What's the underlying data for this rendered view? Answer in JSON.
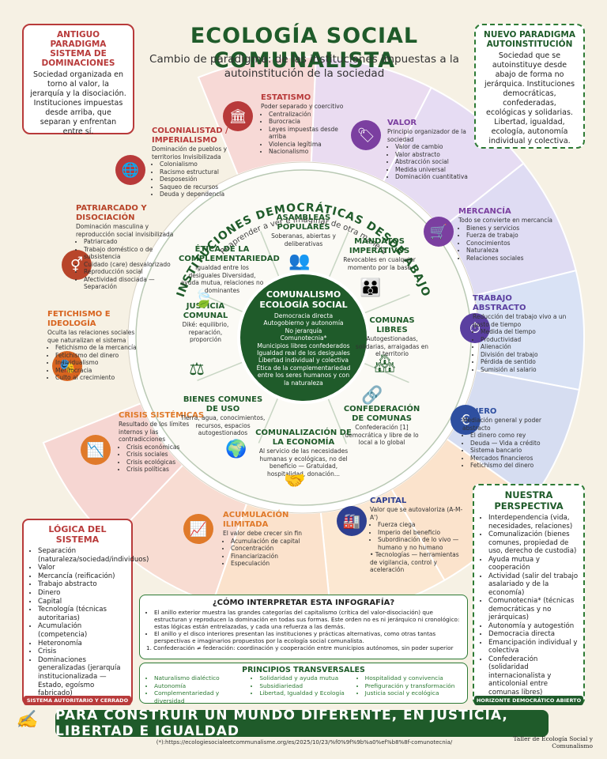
{
  "title": "ECOLOGÍA SOCIAL COMUNALISTA",
  "subtitle": "Cambio de paradigma: de las instituciones impuestas a la autoinstitución de la sociedad",
  "old_paradigm": {
    "heading": "ANTIGUO PARADIGMA SISTEMA DE DOMINACIONES",
    "text": "Sociedad organizada en torno al valor, la jerarquía y la disociación. Instituciones impuestas desde arriba, que separan y enfrentan entre sí."
  },
  "new_paradigm": {
    "heading": "NUEVO PARADIGMA AUTOINSTITUCIÓN",
    "text": "Sociedad que se autoinstituye desde abajo de forma no jerárquica. Instituciones democráticas, confederadas, ecológicas y solidarias. Libertad, igualdad, ecología, autonomía individual y colectiva."
  },
  "outer_segments": [
    {
      "key": "estatismo",
      "title": "ESTATISMO",
      "desc": "Poder separado y coercitivo",
      "items": [
        "Centralización",
        "Burocracia",
        "Leyes impuestas desde arriba",
        "Violencia legítima",
        "Nacionalismo"
      ],
      "color": "#b83a3a",
      "icon": "bank-icon"
    },
    {
      "key": "valor",
      "title": "VALOR",
      "desc": "Principio organizador de la sociedad",
      "items": [
        "Valor de cambio",
        "Valor abstracto",
        "Abstracción social",
        "Medida universal",
        "Dominación cuantitativa"
      ],
      "color": "#7b3fa0",
      "icon": "price-tag-icon"
    },
    {
      "key": "mercancia",
      "title": "MERCANCÍA",
      "desc": "Todo se convierte en mercancía",
      "items": [
        "Bienes y servicios",
        "Fuerza de trabajo",
        "Conocimientos",
        "Naturaleza",
        "Relaciones sociales"
      ],
      "color": "#7b3fa0",
      "icon": "shopping-cart-icon"
    },
    {
      "key": "trabajo",
      "title": "TRABAJO ABSTRACTO",
      "desc": "Reducción del trabajo vivo a un gasto de tiempo",
      "items": [
        "Medida del tiempo",
        "Productividad",
        "Alienación",
        "División del trabajo",
        "Pérdida de sentido",
        "Sumisión al salario"
      ],
      "color": "#5a3fa0",
      "icon": "stopwatch-icon"
    },
    {
      "key": "dinero",
      "title": "DINERO",
      "desc": "Mediación general y poder abstracto",
      "items": [
        "El dinero como rey",
        "Deuda — Vida a crédito",
        "Sistema bancario",
        "Mercados financieros",
        "Fetichismo del dinero"
      ],
      "color": "#2e4fa0",
      "icon": "euro-icon"
    },
    {
      "key": "capital",
      "title": "CAPITAL",
      "desc": "Valor que se autovaloriza (A-M-A')",
      "items": [
        "Fuerza ciega",
        "Imperio del beneficio",
        "Subordinación de lo vivo — humano y no humano"
      ],
      "extra": "Tecnologías — herramientas de vigilancia, control y aceleración",
      "color": "#2e3f90",
      "icon": "factory-icon"
    },
    {
      "key": "acumulacion",
      "title": "ACUMULACIÓN ILIMITADA",
      "desc": "El valor debe crecer sin fin",
      "items": [
        "Acumulación de capital",
        "Concentración",
        "Financiarización",
        "Especulación"
      ],
      "color": "#e07a2a",
      "icon": "growth-chart-icon"
    },
    {
      "key": "crisis",
      "title": "CRISIS SISTÉMICAS",
      "desc": "Resultado de los límites internos y las contradicciones",
      "items": [
        "Crisis económicas",
        "Crisis sociales",
        "Crisis ecológicas",
        "Crisis políticas"
      ],
      "color": "#e07a2a",
      "icon": "decline-chart-icon"
    },
    {
      "key": "fetichismo",
      "title": "FETICHISMO E IDEOLOGÍA",
      "desc": "Oculta las relaciones sociales que naturalizan el sistema",
      "items": [
        "Fetichismo de la mercancía",
        "Fetichismo del dinero",
        "Individualismo",
        "Meritocracia",
        "Culto al crecimiento"
      ],
      "color": "#d8641f",
      "icon": "masks-icon"
    },
    {
      "key": "patriarcado",
      "title": "PATRIARCADO Y DISOCIACIÓN",
      "desc": "Dominación masculina y reproducción social invisibilizada",
      "items": [
        "Patriarcado",
        "Trabajo doméstico o de subsistencia",
        "Cuidado (care) desvalorizado",
        "Reproducción social",
        "Afectividad disociada — Separación"
      ],
      "color": "#b8452a",
      "icon": "gender-icon"
    },
    {
      "key": "colonialismo",
      "title": "COLONIALISTAD / IMPERIALISMO",
      "desc": "Dominación de pueblos y territorios Invisibilizada",
      "items": [
        "Colonialismo",
        "Racismo estructural",
        "Desposesión",
        "Saqueo de recursos",
        "Deuda y dependencia"
      ],
      "color": "#b83a3a",
      "icon": "globe-icon"
    }
  ],
  "ring_title": "INSTITUCIONES DEMOCRÁTICAS DESDE ABAJO",
  "ring_subtitle": "Reaprender a ver e imaginar de otra manera",
  "inner_segments": [
    {
      "key": "asambleas",
      "title": "ASAMBLEAS POPULARES",
      "text": "Soberanas, abiertas y deliberativas",
      "icon": "assembly-icon"
    },
    {
      "key": "mandatos",
      "title": "MANDATOS IMPERATIVOS",
      "text": "Revocables en cualquier momento por la base",
      "icon": "delegates-icon"
    },
    {
      "key": "comunas",
      "title": "COMUNAS LIBRES",
      "text": "Autogestionadas, solidarias, arraigadas en el territorio",
      "icon": "village-icon"
    },
    {
      "key": "confederacion",
      "title": "CONFEDERACIÓN DE COMUNAS",
      "text": "Confederación [1] democrática y libre de lo local a lo global",
      "icon": "network-icon"
    },
    {
      "key": "comunalizacion",
      "title": "COMUNALIZACIÓN DE LA ECONOMÍA",
      "text": "Al servicio de las necesidades humanas y ecológicas, no del beneficio — Gratuidad, hospitalidad, donación...",
      "icon": "sharing-icon"
    },
    {
      "key": "bienes",
      "title": "BIENES COMUNES DE USO",
      "text": "Tierra, agua, conocimientos, recursos, espacios autogestionados",
      "icon": "commons-icon"
    },
    {
      "key": "justicia",
      "title": "JUSTICIA COMUNAL",
      "text": "Diké: equilibrio, reparación, proporción",
      "icon": "scales-icon"
    },
    {
      "key": "etica",
      "title": "ÉTICA DE LA COMPLEMENTARIEDAD",
      "text": "Igualdad entre los desiguales Diversidad, ayuda mutua, relaciones no dominantes",
      "icon": "leaves-icon"
    }
  ],
  "center": {
    "title1": "COMUNALISMO",
    "title2": "ECOLOGÍA SOCIAL",
    "lines": [
      "Democracia directa",
      "Autogobierno y autonomía",
      "No jerarquía",
      "Comunotecnia*",
      "Municipios libres confederados",
      "Igualdad real de los desiguales",
      "Libertad individual y colectiva",
      "Ética de la complementariedad",
      "entre los seres humanos y con",
      "la naturaleza"
    ]
  },
  "logic": {
    "heading": "LÓGICA DEL SISTEMA",
    "items": [
      "Separación (naturaleza/sociedad/individuos)",
      "Valor",
      "Mercancía (reificación)",
      "Trabajo abstracto",
      "Dinero",
      "Capital",
      "Tecnología (técnicas autoritarias)",
      "Acumulación (competencia)",
      "Heteronomía",
      "Crisis",
      "Dominaciones generalizadas (jerarquía institucionalizada — Estado, egoísmo fabricado)"
    ],
    "footer": "SISTEMA AUTORITARIO Y CERRADO"
  },
  "perspective": {
    "heading": "NUESTRA PERSPECTIVA",
    "items": [
      "Interdependencia (vida, necesidades, relaciones)",
      "Comunalización (bienes comunes, propiedad de uso, derecho de custodia)",
      "Ayuda mutua y cooperación",
      "Actividad (salir del trabajo asalariado y de la economía)",
      "Comunotecnia* (técnicas democráticas y no jerárquicas)",
      "Autonomía y autogestión",
      "Democracia directa",
      "Emancipación individual y colectiva",
      "Confederación (solidaridad internacionalista y anticolonial entre comunas libres)"
    ],
    "footer": "HORIZONTE DEMOCRÁTICO ABIERTO"
  },
  "howto": {
    "heading": "¿CÓMO INTERPRETAR ESTA INFOGRAFÍA?",
    "items": [
      "El anillo exterior muestra las grandes categorías del capitalismo (crítica del valor-disociación) que estructuran y reproducen la dominación en todas sus formas. Este orden no es ni jerárquico ni cronológico: estas lógicas están entrelazadas, y cada una refuerza a las demás.",
      "El anillo y el disco interiores presentan las instituciones y prácticas alternativas, como otras tantas perspectivas e imaginarios propuestos por la ecología social comunalista."
    ],
    "note": "1. Confederación ≠ federación: coordinación y cooperación entre municipios autónomos, sin poder superior"
  },
  "principles": {
    "heading": "PRINCIPIOS TRANSVERSALES",
    "col1": [
      "Naturalismo dialéctico",
      "Autonomía",
      "Complementariedad y diversidad"
    ],
    "col2": [
      "Solidaridad y ayuda mutua",
      "Subsidiariedad",
      "Libertad, Igualdad y Ecología"
    ],
    "col3": [
      "Hospitalidad y convivencia",
      "Prefiguración y transformación",
      "Justicia social y ecológica"
    ]
  },
  "banner": "PARA CONSTRUIR UN MUNDO DIFERENTE, EN JUSTICIA, LIBERTAD E IGUALDAD",
  "source": "(*):https://ecologiesocialeetcommunalisme.org/es/2025/10/23/%f0%9f%9b%a0%ef%b8%8f-comunotecnia/",
  "credit": "Taller de Ecología Social y Comunalismo"
}
